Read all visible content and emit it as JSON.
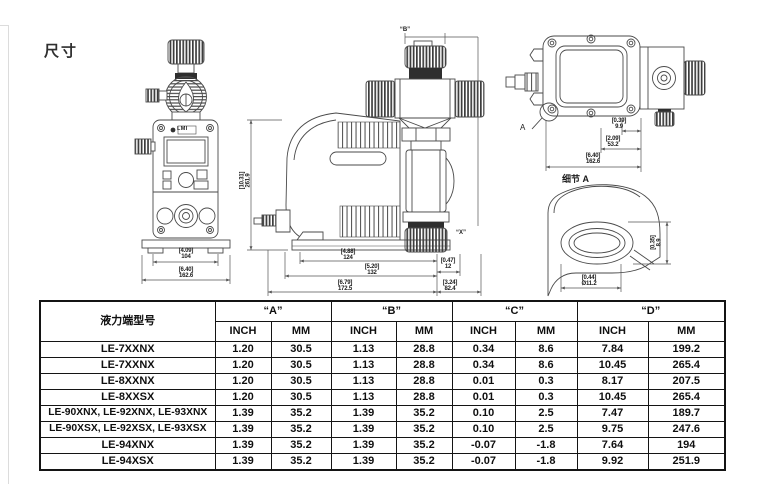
{
  "page": {
    "title": "尺寸"
  },
  "drawings": {
    "brand": "LMI",
    "detail_title": "细节 A",
    "callout": "A",
    "marks": {
      "top_width": "“B”",
      "offset": "“X”"
    },
    "dim_labels": {
      "front_width": {
        "in": "[4.09]",
        "mm": "104"
      },
      "front_base": {
        "in": "[6.40]",
        "mm": "162.6"
      },
      "side_height": {
        "in": "[10.31]",
        "mm": "261.9"
      },
      "side_depth1": {
        "in": "[4.88]",
        "mm": "124"
      },
      "side_depth2": {
        "in": "[5.20]",
        "mm": "132"
      },
      "side_offset": {
        "in": "[0.47]",
        "mm": "12"
      },
      "side_total_left": {
        "in": "[6.79]",
        "mm": "172.5"
      },
      "side_total_right": {
        "in": "[3.24]",
        "mm": "82.4"
      },
      "top_d1": {
        "in": "[0.39]",
        "mm": "9.9"
      },
      "top_d2": {
        "in": "[2.09]",
        "mm": "53.2"
      },
      "top_d3": {
        "in": "[6.40]",
        "mm": "162.6"
      },
      "slot_height": {
        "in": "[0.35]",
        "mm": "8.9"
      },
      "slot_width": {
        "in": "[0.44]",
        "mm": "Ø11.2"
      }
    }
  },
  "table": {
    "model_header": "液力端型号",
    "groups": [
      "“A”",
      "“B”",
      "“C”",
      "“D”"
    ],
    "sub_headers": [
      "INCH",
      "MM"
    ],
    "rows": [
      {
        "model": "LE-7XXNX",
        "values": [
          "1.20",
          "30.5",
          "1.13",
          "28.8",
          "0.34",
          "8.6",
          "7.84",
          "199.2"
        ]
      },
      {
        "model": "LE-7XXNX",
        "values": [
          "1.20",
          "30.5",
          "1.13",
          "28.8",
          "0.34",
          "8.6",
          "10.45",
          "265.4"
        ]
      },
      {
        "model": "LE-8XXNX",
        "values": [
          "1.20",
          "30.5",
          "1.13",
          "28.8",
          "0.01",
          "0.3",
          "8.17",
          "207.5"
        ]
      },
      {
        "model": "LE-8XXSX",
        "values": [
          "1.20",
          "30.5",
          "1.13",
          "28.8",
          "0.01",
          "0.3",
          "10.45",
          "265.4"
        ]
      },
      {
        "model": "LE-90XNX, LE-92XNX, LE-93XNX",
        "values": [
          "1.39",
          "35.2",
          "1.39",
          "35.2",
          "0.10",
          "2.5",
          "7.47",
          "189.7"
        ]
      },
      {
        "model": "LE-90XSX, LE-92XSX, LE-93XSX",
        "values": [
          "1.39",
          "35.2",
          "1.39",
          "35.2",
          "0.10",
          "2.5",
          "9.75",
          "247.6"
        ]
      },
      {
        "model": "LE-94XNX",
        "values": [
          "1.39",
          "35.2",
          "1.39",
          "35.2",
          "-0.07",
          "-1.8",
          "7.64",
          "194"
        ]
      },
      {
        "model": "LE-94XSX",
        "values": [
          "1.39",
          "35.2",
          "1.39",
          "35.2",
          "-0.07",
          "-1.8",
          "9.92",
          "251.9"
        ]
      }
    ]
  }
}
